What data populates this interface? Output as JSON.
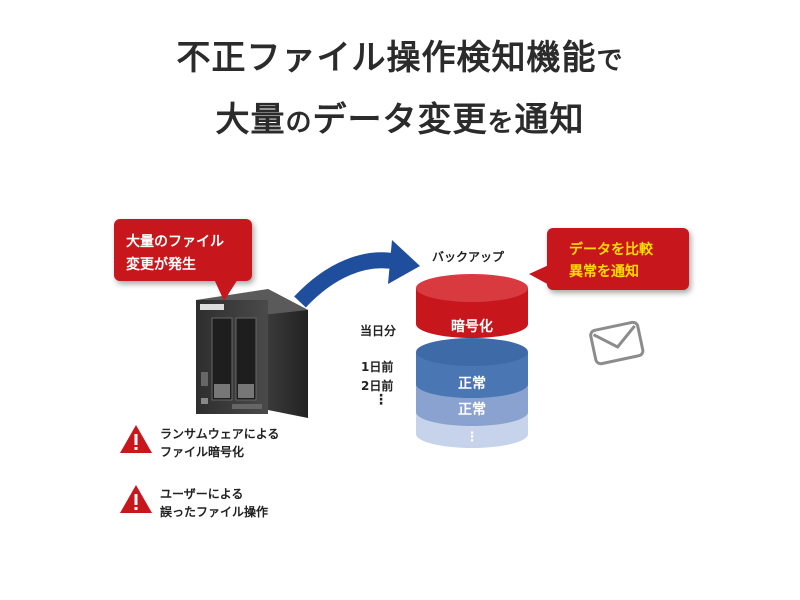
{
  "title": {
    "line1_main": "不正ファイル操作検知機能",
    "line1_suffix": "で",
    "line2_a": "大量",
    "line2_b": "の",
    "line2_c": "データ変更",
    "line2_d": "を",
    "line2_e": "通知"
  },
  "callout_left": {
    "line1": "大量のファイル",
    "line2": "変更が発生"
  },
  "callout_right": {
    "line1": "データを比較",
    "line2": "異常を通知"
  },
  "backup": {
    "label": "バックアップ",
    "layers": [
      {
        "day": "当日分",
        "status": "暗号化",
        "color": "#c8161d"
      },
      {
        "day": "1日前",
        "status": "正常",
        "color": "#3f6aa8"
      },
      {
        "day": "2日前",
        "status": "正常",
        "color": "#7d96c6"
      },
      {
        "day": "⋮",
        "status": "⋮",
        "color": "#b8c6e2"
      }
    ]
  },
  "causes": [
    {
      "line1": "ランサムウェアによる",
      "line2": "ファイル暗号化"
    },
    {
      "line1": "ユーザーによる",
      "line2": "誤ったファイル操作"
    }
  ],
  "colors": {
    "accent_red": "#c8161d",
    "accent_yellow": "#ffde00",
    "arrow_blue": "#1f4e9c",
    "nas_body": "#3a3a3a"
  }
}
